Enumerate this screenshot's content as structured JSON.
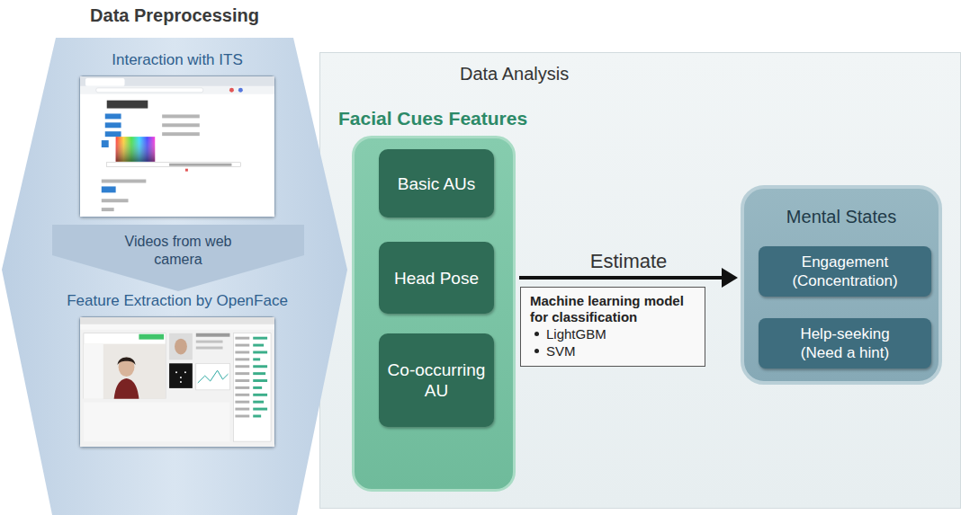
{
  "diagram": {
    "nodes": [
      {
        "text": [
          "Data Preprocessing"
        ]
      },
      {
        "text": [
          "Interaction with ITS"
        ],
        "in": 0
      },
      {
        "text": [
          "Videos from web camera"
        ],
        "in": 0
      },
      {
        "text": [
          "Feature Extraction by OpenFace"
        ],
        "in": 0
      },
      {
        "text": [
          "Data Analysis"
        ]
      },
      {
        "text": [
          "Facial Cues Features"
        ],
        "in": 4
      },
      {
        "text": [
          "Basic AUs"
        ],
        "in": 5
      },
      {
        "text": [
          "Head Pose"
        ],
        "in": 5
      },
      {
        "text": [
          "Co-occurring AU"
        ],
        "in": 5
      },
      {
        "text": [
          "Machine learning model for classification",
          "LightGBM",
          "SVM"
        ],
        "in": 4
      },
      {
        "text": [
          "Mental States"
        ],
        "in": 4
      },
      {
        "text": [
          "Engagement",
          "(Concentration)"
        ],
        "in": 10
      },
      {
        "text": [
          "Help-seeking",
          "(Need a hint)"
        ],
        "in": 10
      }
    ],
    "edges": [
      {
        "from": 5,
        "to": 10,
        "label": "Estimate",
        "arrow": "to"
      }
    ]
  }
}
